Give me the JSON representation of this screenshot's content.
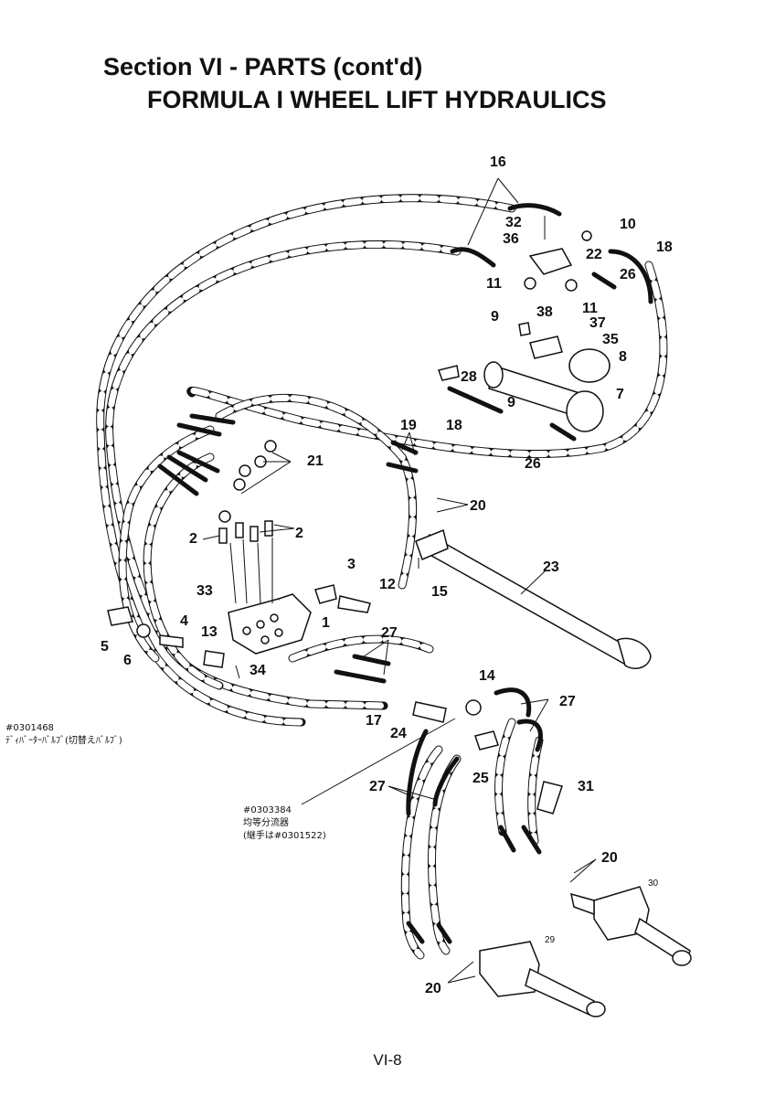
{
  "header": {
    "section": "Section VI - PARTS (cont'd)",
    "title": "FORMULA I WHEEL LIFT HYDRAULICS"
  },
  "callouts": [
    "1",
    "2",
    "2",
    "3",
    "4",
    "5",
    "6",
    "7",
    "8",
    "9",
    "9",
    "10",
    "11",
    "11",
    "12",
    "13",
    "14",
    "15",
    "16",
    "17",
    "18",
    "18",
    "19",
    "20",
    "20",
    "20",
    "20",
    "21",
    "22",
    "23",
    "24",
    "25",
    "26",
    "26",
    "27",
    "27",
    "27",
    "27",
    "28",
    "29",
    "30",
    "31",
    "32",
    "33",
    "34",
    "35",
    "36",
    "37",
    "38"
  ],
  "notes": {
    "diverter_code": "#0301468",
    "diverter_desc": "ﾃﾞｨﾊﾞｰﾀｰﾊﾞﾙﾌﾞ(切替えﾊﾞﾙﾌﾞ)",
    "divider_code": "#0303384",
    "divider_desc": "均等分流器",
    "divider_fitting": "(継手は#0301522)"
  },
  "footer": {
    "page": "VI-8"
  }
}
